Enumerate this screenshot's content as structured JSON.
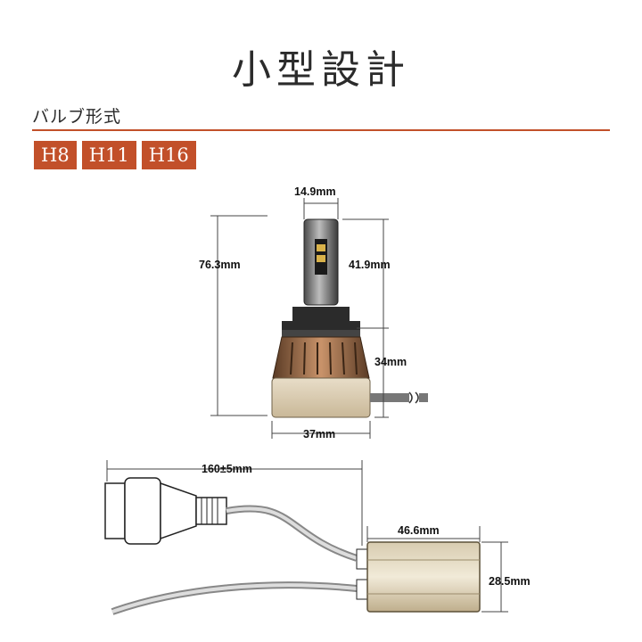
{
  "title": "小型設計",
  "section_label": "バルブ形式",
  "bulb_types": [
    "H8",
    "H11",
    "H16"
  ],
  "dimensions": {
    "head_width": "14.9mm",
    "total_height": "76.3mm",
    "chip_height": "41.9mm",
    "base_height": "34mm",
    "base_width": "37mm",
    "cable_length": "160±5mm",
    "driver_length": "46.6mm",
    "driver_height": "28.5mm"
  },
  "colors": {
    "accent": "#c2502a"
  }
}
